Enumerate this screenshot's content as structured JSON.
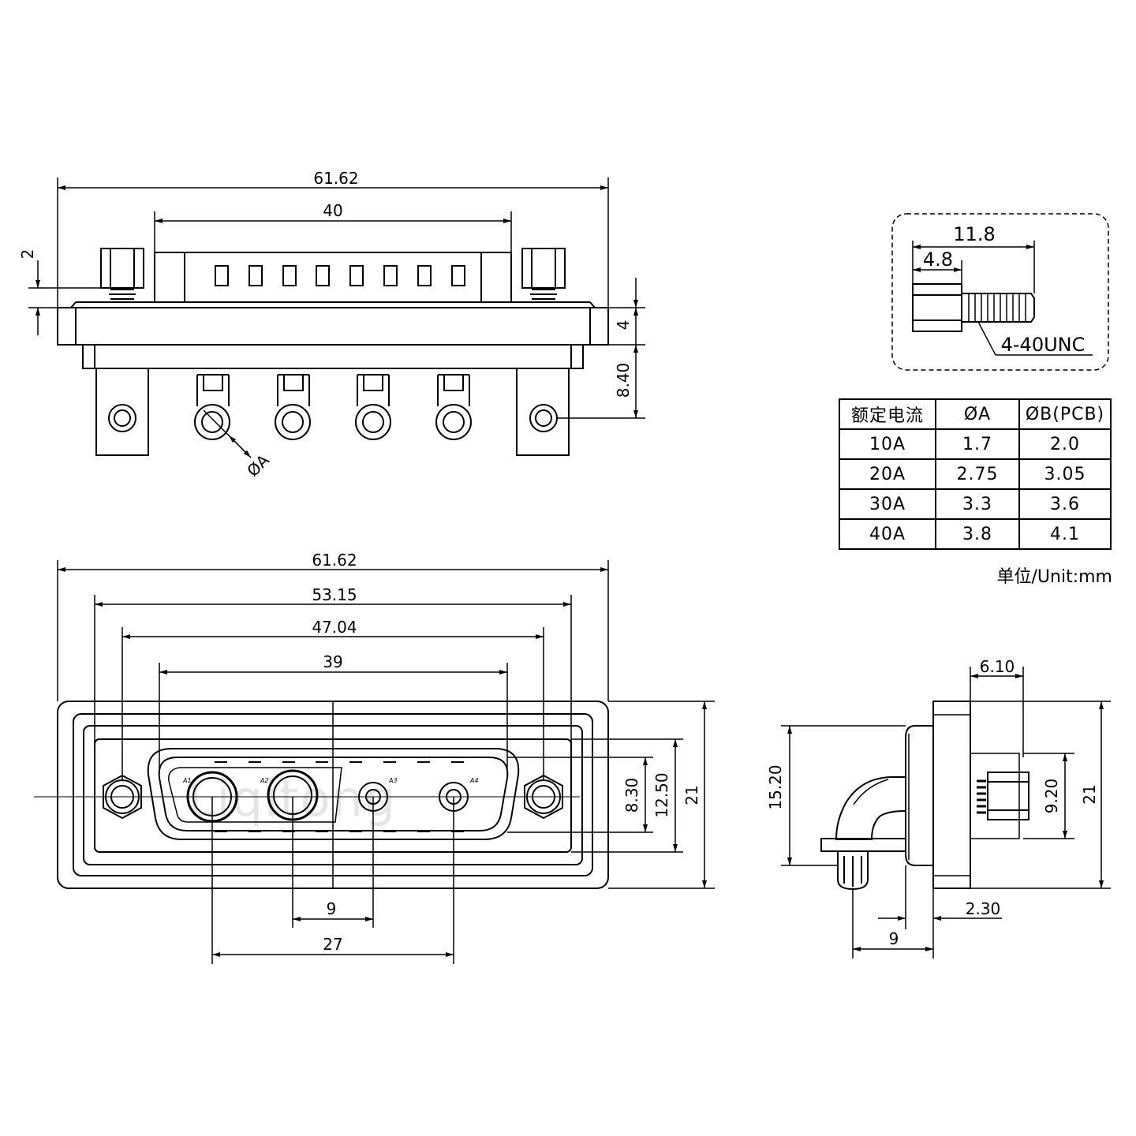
{
  "top_view": {
    "dim_overall": "61.62",
    "dim_inner": "40",
    "dim_screw_gap": "2",
    "dim_flange": "4",
    "dim_tail": "8.40",
    "label_hole": "ØA"
  },
  "screw_detail": {
    "dim_total": "11.8",
    "dim_head": "4.8",
    "thread_label": "4-40UNC"
  },
  "spec_table": {
    "headers": [
      "额定电流",
      "ØA",
      "ØB(PCB)"
    ],
    "rows": [
      [
        "10A",
        "1.7",
        "2.0"
      ],
      [
        "20A",
        "2.75",
        "3.05"
      ],
      [
        "30A",
        "3.3",
        "3.6"
      ],
      [
        "40A",
        "3.8",
        "4.1"
      ]
    ]
  },
  "unit_note": "单位/Unit:mm",
  "front_view": {
    "dim_overall": "61.62",
    "dim_mount": "53.15",
    "dim_shell": "47.04",
    "dim_insert": "39",
    "dim_pin_pitch": "9",
    "dim_pin_span": "27",
    "dim_insert_h": "8.30",
    "dim_shell_h": "12.50",
    "dim_height": "21",
    "pin_labels": [
      "A1",
      "A2",
      "A3",
      "A4"
    ],
    "watermark": "Liqitong"
  },
  "side_view": {
    "dim_depth": "6.10",
    "dim_screw_h": "9.20",
    "dim_height": "21",
    "dim_body_h": "15.20",
    "dim_flange_t": "2.30",
    "dim_tail": "9"
  }
}
